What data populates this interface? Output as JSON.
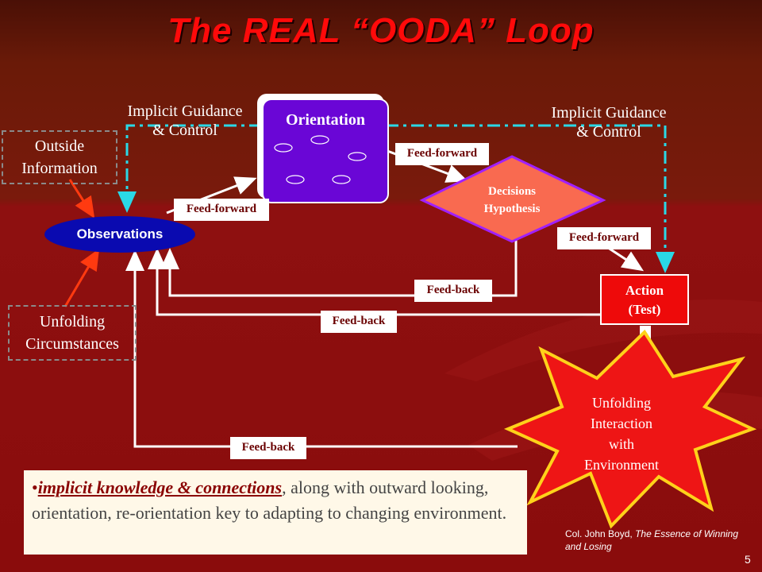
{
  "title": "The REAL “OODA” Loop",
  "guidance_left": [
    "Implicit Guidance",
    "& Control"
  ],
  "guidance_right": [
    "Implicit Guidance",
    "& Control"
  ],
  "outside_information": [
    "Outside",
    "Information"
  ],
  "unfolding_circumstances": [
    "Unfolding",
    "Circumstances"
  ],
  "observations": "Observations",
  "orientation": "Orientation",
  "decisions": [
    "Decisions",
    "Hypothesis"
  ],
  "action": [
    "Action",
    "(Test)"
  ],
  "environment": [
    "Unfolding",
    "Interaction",
    "with",
    "Environment"
  ],
  "labels": {
    "ff_obs_orient": "Feed-forward",
    "ff_orient_dec": "Feed-forward",
    "ff_dec_action": "Feed-forward",
    "fb_dec": "Feed-back",
    "fb_action": "Feed-back",
    "fb_env": "Feed-back"
  },
  "note": {
    "bullet": "•",
    "emphasis": "implicit knowledge & connections",
    "rest": ", along with outward looking, orientation, re-orientation key to adapting to changing environment."
  },
  "citation": {
    "author": "Col. John Boyd, ",
    "work": "The Essence of Winning and Losing"
  },
  "page_number": "5"
}
